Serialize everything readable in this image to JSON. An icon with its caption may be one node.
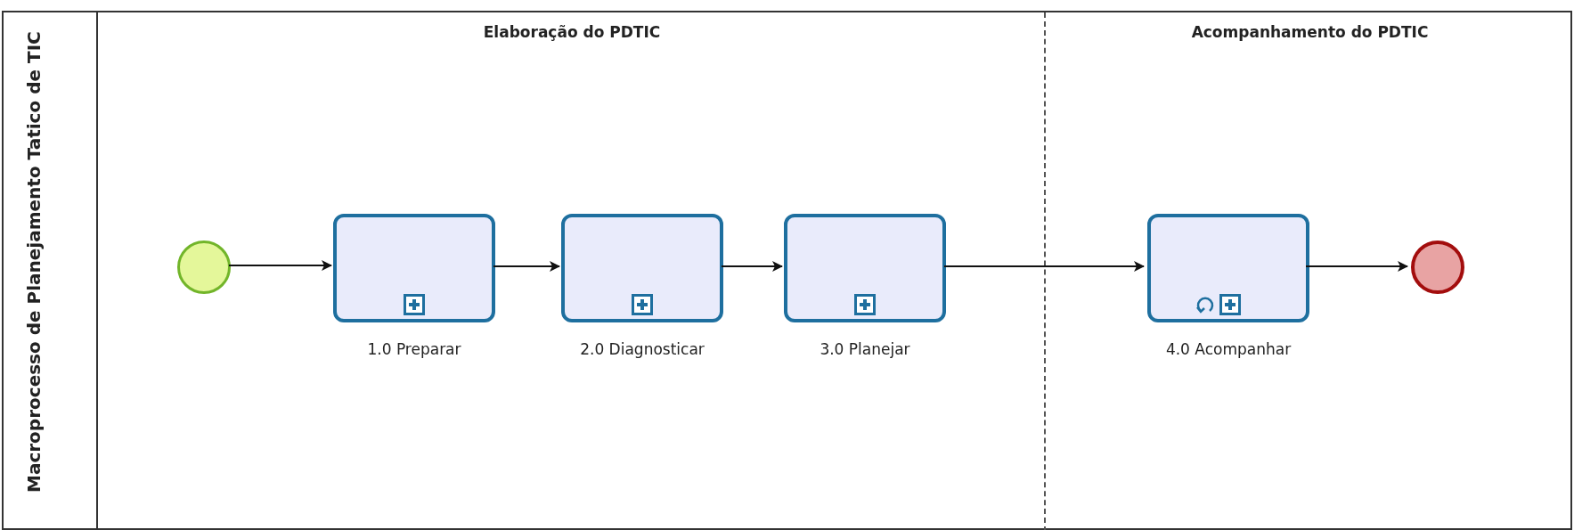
{
  "diagram": {
    "nodes": [
      {
        "text": [
          "Macroprocesso de Planejamento Tatico de TIC"
        ]
      },
      {
        "text": [
          "Elaboração do PDTIC"
        ],
        "in": 0
      },
      {
        "text": [
          "Acompanhamento do PDTIC"
        ],
        "in": 0
      },
      {
        "text": [],
        "shape": "circle",
        "in": 1
      },
      {
        "text": [],
        "shape": "box",
        "in": 1,
        "beside": [
          "1.0 Preparar"
        ]
      },
      {
        "text": [],
        "shape": "box",
        "in": 1,
        "beside": [
          "2.0 Diagnosticar"
        ]
      },
      {
        "text": [],
        "shape": "box",
        "in": 1,
        "beside": [
          "3.0 Planejar"
        ]
      },
      {
        "text": [],
        "shape": "box",
        "in": 2,
        "beside": [
          "4.0 Acompanhar"
        ]
      },
      {
        "text": [],
        "shape": "circle",
        "in": 2
      }
    ],
    "edges": [
      {
        "from": 3,
        "to": 4,
        "arrow": "to"
      },
      {
        "from": 4,
        "to": 5,
        "arrow": "to"
      },
      {
        "from": 5,
        "to": 6,
        "arrow": "to"
      },
      {
        "from": 6,
        "to": 7,
        "arrow": "to"
      },
      {
        "from": 7,
        "to": 8,
        "arrow": "to"
      }
    ]
  }
}
